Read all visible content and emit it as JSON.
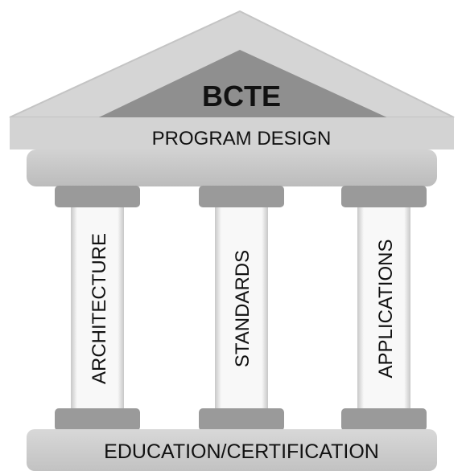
{
  "diagram": {
    "roof_title": "BCTE",
    "roof_band_label": "PROGRAM DESIGN",
    "pillars": [
      {
        "label": "ARCHITECTURE"
      },
      {
        "label": "STANDARDS"
      },
      {
        "label": "APPLICATIONS"
      }
    ],
    "base_label": "EDUCATION/CERTIFICATION"
  },
  "colors": {
    "roof": "#d6d6d6",
    "roof_inner": "#8f8f8f",
    "beam": "#c9c9c9",
    "capital": "#9a9a9a",
    "column": "#f4f4f4",
    "column_edge": "#b5b5b5",
    "base": "#cfcfcf",
    "text": "#111111"
  }
}
